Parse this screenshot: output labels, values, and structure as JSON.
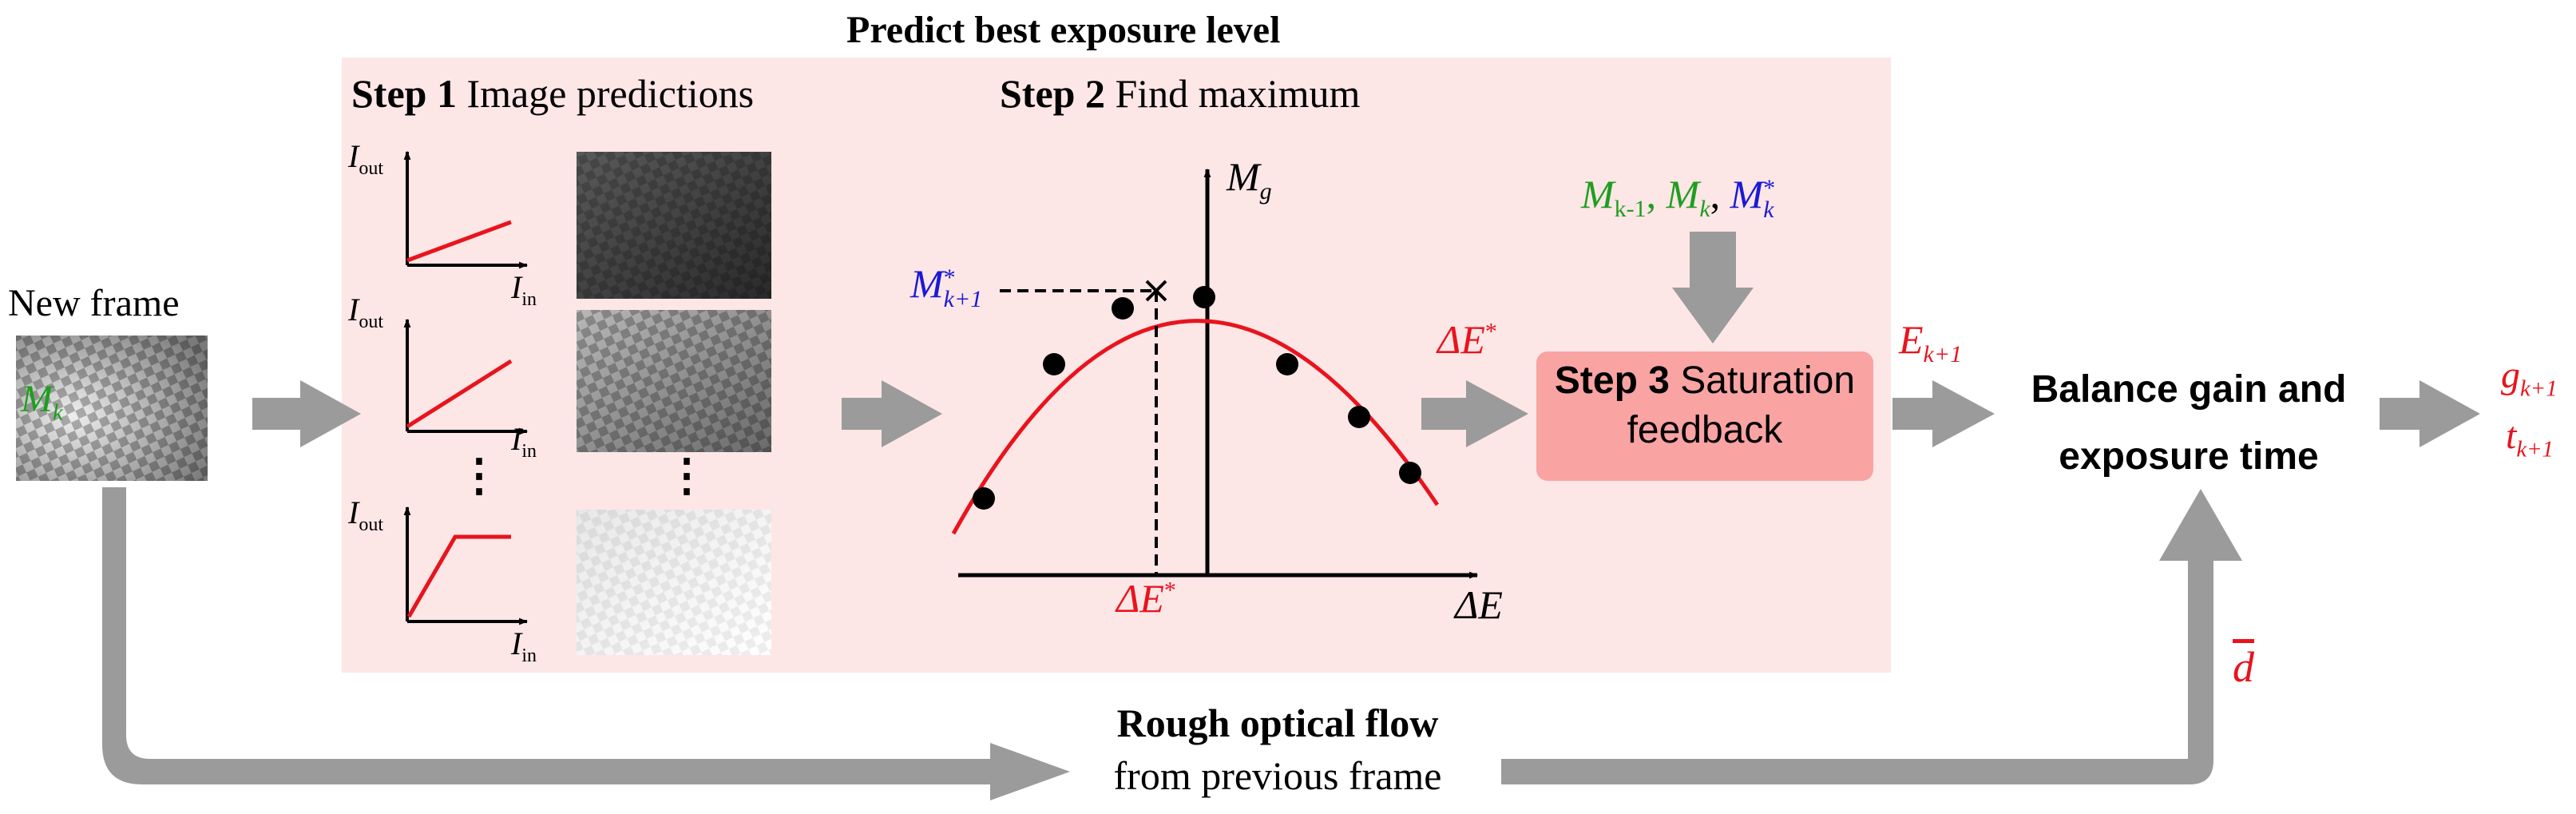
{
  "title": "Predict best exposure level",
  "step1": {
    "num": "Step 1",
    "label": "Image predictions"
  },
  "step2": {
    "num": "Step 2",
    "label": "Find maximum"
  },
  "step3": {
    "num": "Step 3",
    "label_line1": "Saturation",
    "label_line2": "feedback"
  },
  "new_frame": {
    "label": "New frame",
    "m_sym": "M",
    "m_sub": "k"
  },
  "step1_axes": {
    "y_sym": "I",
    "y_sub": "out",
    "x_sym": "I",
    "x_sub": "in",
    "ellipsis": "⋮"
  },
  "graph": {
    "y_sym": "M",
    "y_sub": "g",
    "x_label": "ΔE",
    "opt_label": "ΔE",
    "opt_sup": "*",
    "max_sym": "M",
    "max_sup": "*",
    "max_sub": "k+1"
  },
  "arrow_labels": {
    "delta_e": "ΔE",
    "delta_e_sup": "*",
    "e_sym": "E",
    "e_sub": "k+1"
  },
  "feedback_inputs": {
    "m_prev": "M",
    "m_prev_sub": "k-1",
    "m_cur": "M",
    "m_cur_sub": "k",
    "m_star": "M",
    "m_star_sub": "k",
    "m_star_sup": "*",
    "sep": ","
  },
  "balance": {
    "line1": "Balance gain and",
    "line2": "exposure time"
  },
  "outputs": {
    "g_sym": "g",
    "g_sub": "k+1",
    "t_sym": "t",
    "t_sub": "k+1"
  },
  "flow": {
    "line1": "Rough optical flow",
    "line2": "from previous frame",
    "d_label": "d"
  },
  "colors": {
    "panel_bg": "#fde6e6",
    "sat_box": "#f9a3a3",
    "arrow_grey": "#9b9b9b",
    "red": "#e8141d",
    "green": "#1f9e1f",
    "blue": "#1a1ad6"
  }
}
